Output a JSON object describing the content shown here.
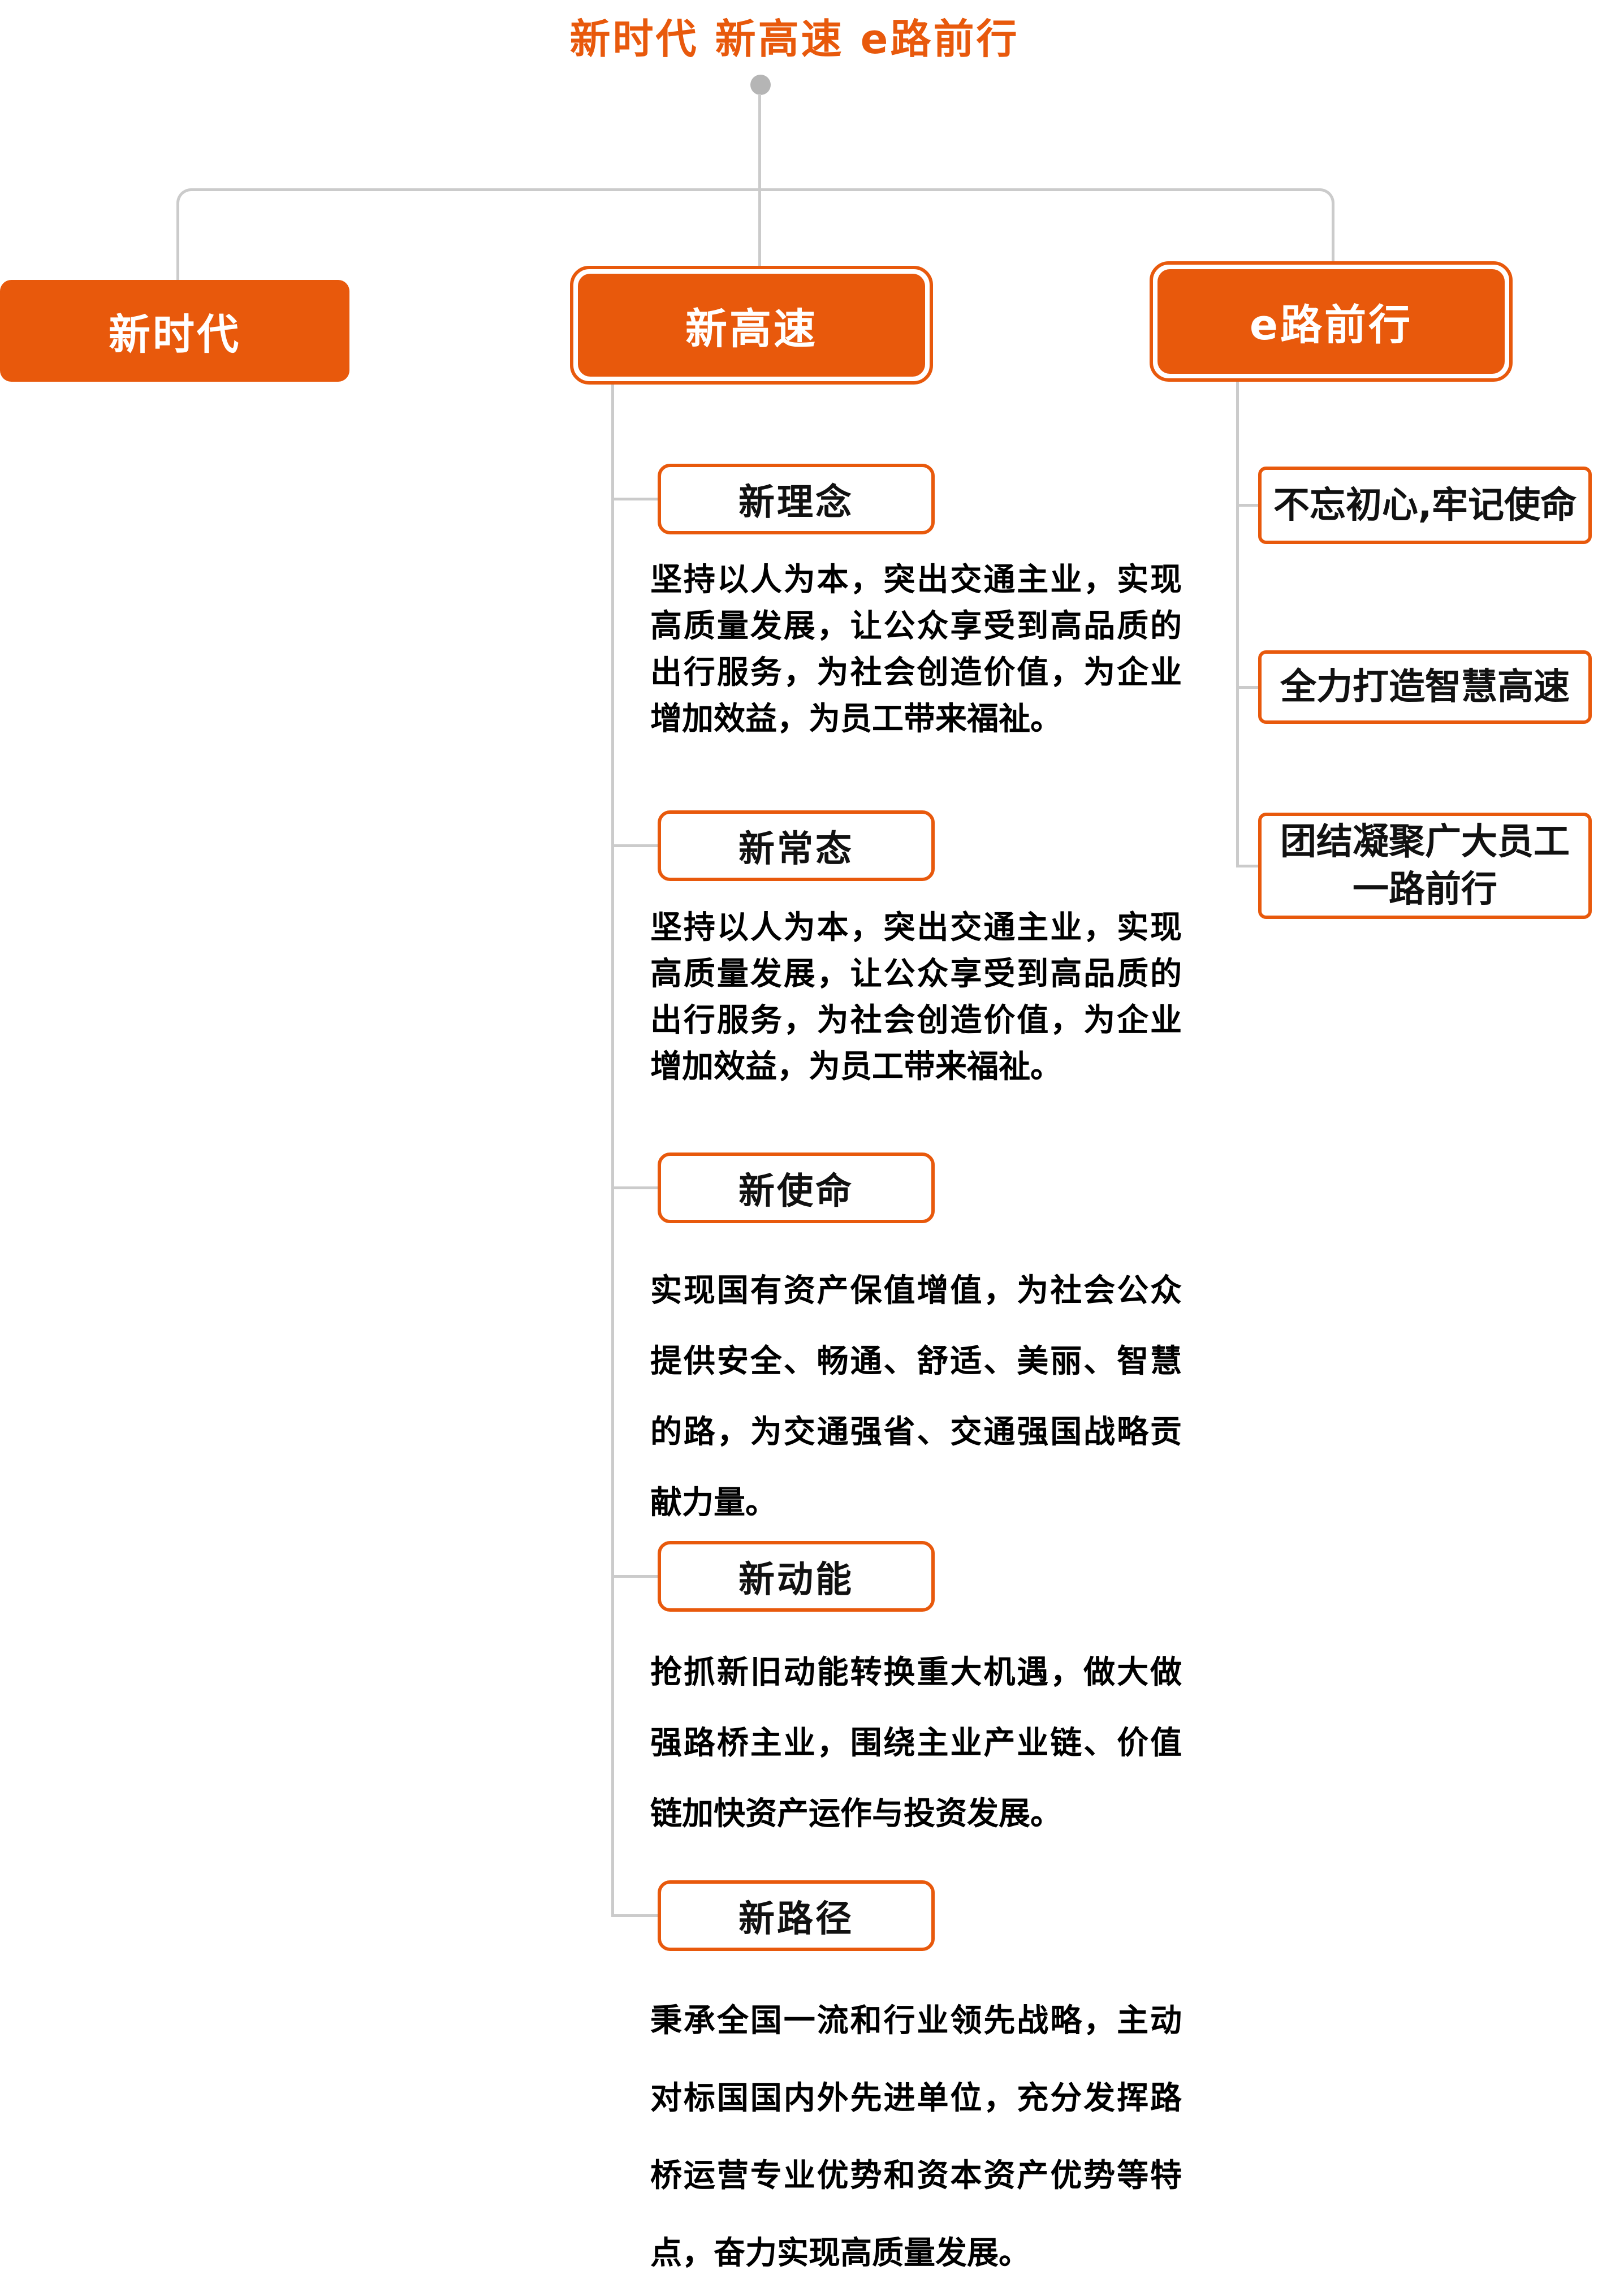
{
  "title": "新时代 新高速 e路前行",
  "branches": {
    "left": {
      "label": "新时代"
    },
    "center": {
      "label": "新高速",
      "children": [
        {
          "heading": "新理念",
          "body": "坚持以人为本，突出交通主业，实现高质量发展，让公众享受到高品质的出行服务，为社会创造价值，为企业增加效益，为员工带来福祉。"
        },
        {
          "heading": "新常态",
          "body": "坚持以人为本，突出交通主业，实现高质量发展，让公众享受到高品质的出行服务，为社会创造价值，为企业增加效益，为员工带来福祉。"
        },
        {
          "heading": "新使命",
          "body": "实现国有资产保值增值，为社会公众提供安全、畅通、舒适、美丽、智慧的路，为交通强省、交通强国战略贡献力量。"
        },
        {
          "heading": "新动能",
          "body": "抢抓新旧动能转换重大机遇，做大做强路桥主业，围绕主业产业链、价值链加快资产运作与投资发展。"
        },
        {
          "heading": "新路径",
          "body": "秉承全国一流和行业领先战略，主动对标国国内外先进单位，充分发挥路桥运营专业优势和资本资产优势等特点，奋力实现高质量发展。"
        }
      ]
    },
    "right": {
      "label": "e路前行",
      "children": [
        {
          "heading": "不忘初心,牢记使命"
        },
        {
          "heading": "全力打造智慧高速"
        },
        {
          "heading": "团结凝聚广大员工\n一路前行"
        }
      ]
    }
  },
  "colors": {
    "accent": "#E8590C",
    "connector": "#CBCBCB",
    "dot": "#B5B5B5",
    "text": "#000000",
    "node_text": "#FFFFFF"
  }
}
